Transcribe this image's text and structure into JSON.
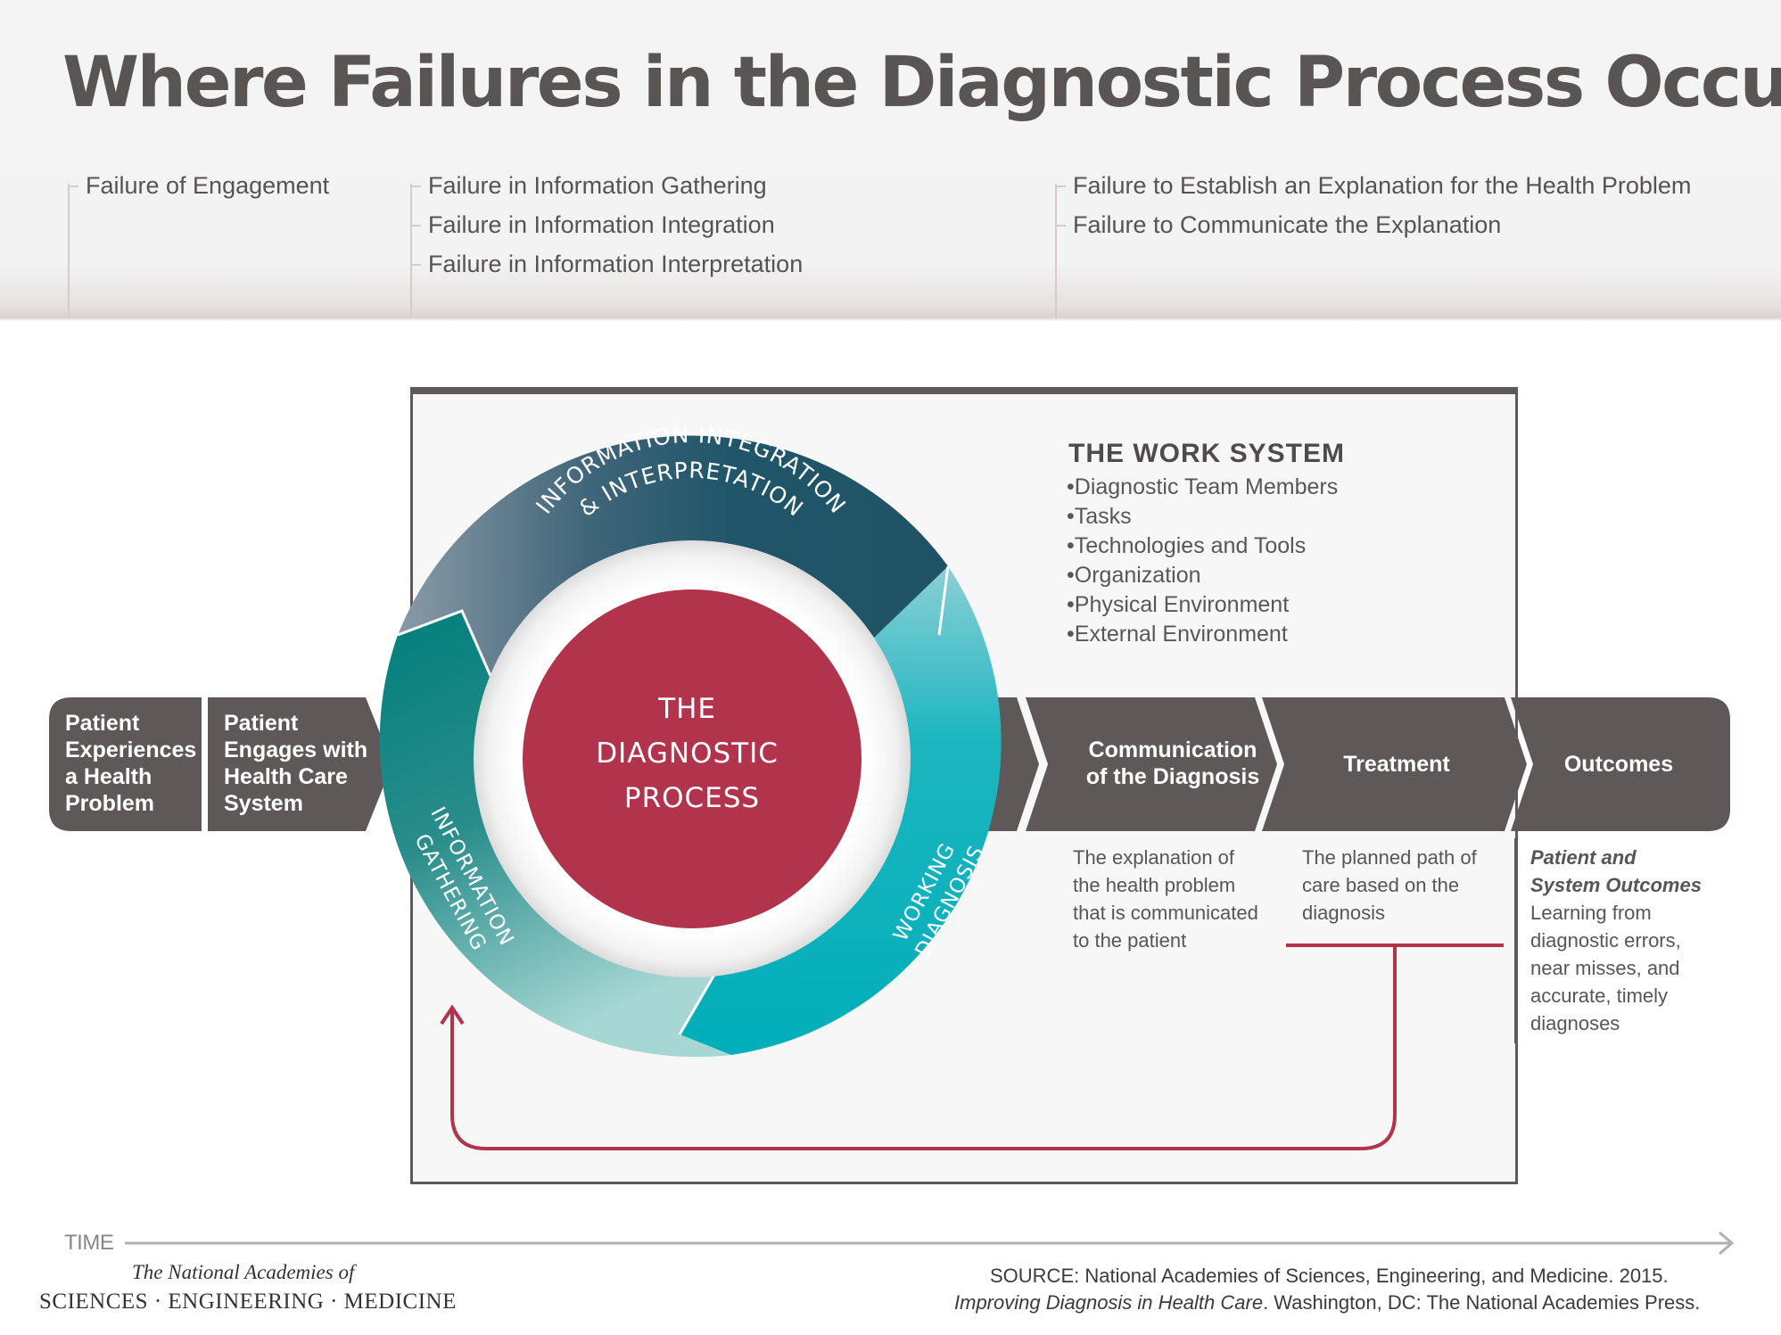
{
  "title": "Where Failures in the Diagnostic Process Occur",
  "failure_columns": [
    {
      "items": [
        "Failure of Engagement"
      ]
    },
    {
      "items": [
        "Failure in Information Gathering",
        "Failure in Information Integration",
        "Failure in Information Interpretation"
      ]
    },
    {
      "items": [
        "Failure to Establish an Explanation for the Health Problem",
        "Failure to Communicate the Explanation"
      ]
    }
  ],
  "work_system": {
    "title": "THE WORK SYSTEM",
    "items": [
      "Diagnostic Team Members",
      "Tasks",
      "Technologies and Tools",
      "Organization",
      "Physical Environment",
      "External Environment"
    ]
  },
  "cycle": {
    "center_lines": [
      "THE",
      "DIAGNOSTIC",
      "PROCESS"
    ],
    "segments": [
      {
        "label_lines": [
          "INFORMATION INTEGRATION",
          "& INTERPRETATION"
        ],
        "color": "#21566a"
      },
      {
        "label_lines": [
          "WORKING",
          "DIAGNOSIS"
        ],
        "color": "#00b0bb"
      },
      {
        "label_lines": [
          "INFORMATION",
          "GATHERING"
        ],
        "color": "#007f7c"
      }
    ],
    "center_color": "#b2344c"
  },
  "flow_steps": [
    {
      "label_lines": [
        "Patient",
        "Experiences",
        "a Health",
        "Problem"
      ]
    },
    {
      "label_lines": [
        "Patient",
        "Engages with",
        "Health Care",
        "System"
      ]
    },
    {
      "label_lines": [
        "Communication",
        "of the Diagnosis"
      ],
      "description_lines": [
        "The explanation of",
        "the health problem",
        "that is communicated",
        "to the patient"
      ]
    },
    {
      "label_lines": [
        "Treatment"
      ],
      "description_lines": [
        "The planned path of",
        "care based on the",
        "diagnosis"
      ]
    },
    {
      "label_lines": [
        "Outcomes"
      ],
      "description_heading_lines": [
        "Patient and",
        "System Outcomes"
      ],
      "description_lines": [
        "Learning from",
        "diagnostic errors,",
        "near misses, and",
        "accurate, timely",
        "diagnoses"
      ]
    }
  ],
  "feedback_color": "#b2344c",
  "time_label": "TIME",
  "footer": {
    "logo_line1": "The National Academies of",
    "logo_line2": "SCIENCES · ENGINEERING · MEDICINE",
    "source_line1": "SOURCE: National Academies of Sciences, Engineering, and Medicine. 2015.",
    "source_line2_italic": "Improving Diagnosis in Health Care",
    "source_line2_rest": ". Washington, DC: The National Academies Press."
  }
}
